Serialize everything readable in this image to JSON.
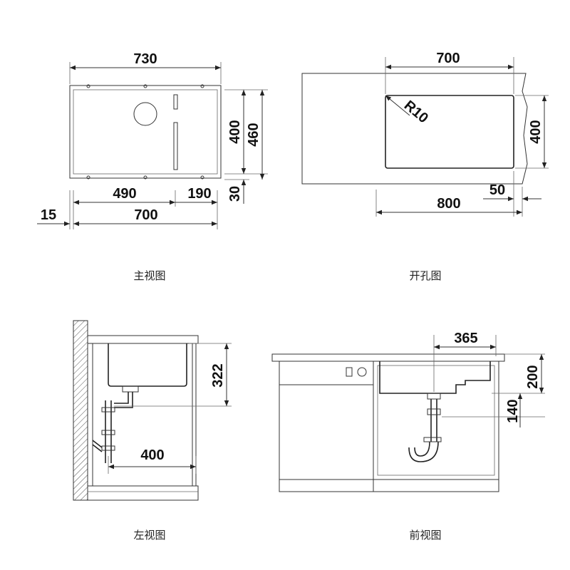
{
  "main_view": {
    "caption": "主视图",
    "dims": {
      "total_width": "730",
      "bowl_width": "490",
      "drainer_width": "190",
      "inner_width": "700",
      "side_offset": "15",
      "bowl_depth": "400",
      "total_depth": "460",
      "bottom_offset": "30"
    }
  },
  "cutout_view": {
    "caption": "开孔图",
    "dims": {
      "cut_width": "700",
      "radius": "R10",
      "cut_depth": "400",
      "edge_offset": "50",
      "cabinet_width": "800"
    }
  },
  "left_view": {
    "caption": "左视图",
    "dims": {
      "bowl_height": "322",
      "drain_distance": "400"
    }
  },
  "front_view": {
    "caption": "前视图",
    "dims": {
      "drain_offset": "365",
      "bowl_depth": "200",
      "drain_height": "140"
    }
  }
}
